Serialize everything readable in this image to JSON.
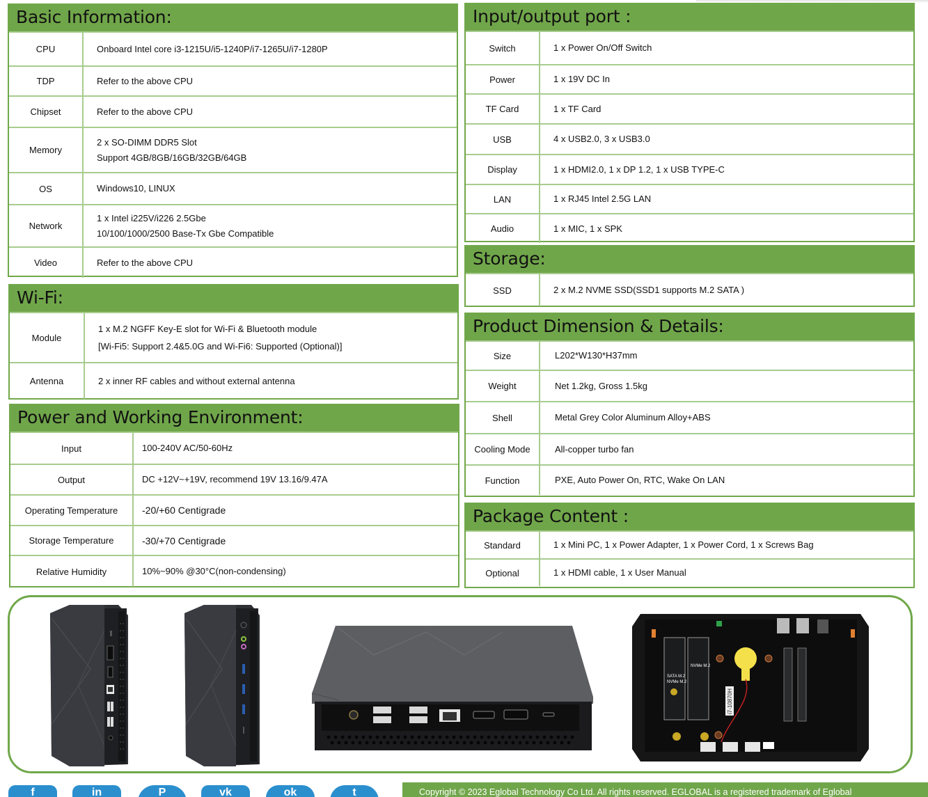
{
  "colors": {
    "accent_green": "#70a64a",
    "row_divider": "#a7cc8e",
    "social_blue": "#2b8fce"
  },
  "basic": {
    "title": "Basic Information:",
    "rows": [
      {
        "label": "CPU",
        "value": "Onboard Intel core i3-1215U/i5-1240P/i7-1265U/i7-1280P"
      },
      {
        "label": "TDP",
        "value": "Refer to the above CPU"
      },
      {
        "label": "Chipset",
        "value": "Refer to the above CPU"
      },
      {
        "label": "Memory",
        "value": "2 x SO-DIMM DDR5 Slot",
        "value2": "Support 4GB/8GB/16GB/32GB/64GB"
      },
      {
        "label": "OS",
        "value": "Windows10, LINUX"
      },
      {
        "label": "Network",
        "value": "1 x Intel i225V/i226 2.5Gbe",
        "value2": "10/100/1000/2500 Base-Tx Gbe Compatible"
      },
      {
        "label": "Video",
        "value": "Refer to the above CPU"
      }
    ]
  },
  "wifi": {
    "title": "Wi-Fi:",
    "rows": [
      {
        "label": "Module",
        "value": "1 x M.2 NGFF Key-E slot for Wi-Fi & Bluetooth module",
        "value2": "[Wi-Fi5: Support 2.4&5.0G and Wi-Fi6: Supported (Optional)]"
      },
      {
        "label": "Antenna",
        "value": "2 x inner RF cables and without external antenna"
      }
    ]
  },
  "power": {
    "title": "Power and Working Environment:",
    "rows": [
      {
        "label": "Input",
        "value": "100-240V AC/50-60Hz"
      },
      {
        "label": "Output",
        "value": "DC +12V~+19V, recommend 19V 13.16/9.47A"
      },
      {
        "label": "Operating Temperature",
        "value": "-20/+60 Centigrade"
      },
      {
        "label": "Storage Temperature",
        "value": "-30/+70 Centigrade"
      },
      {
        "label": "Relative Humidity",
        "value": "10%~90% @30°C(non-condensing)"
      }
    ]
  },
  "io": {
    "title": "Input/output port :",
    "rows": [
      {
        "label": "Switch",
        "value": "1 x Power On/Off Switch"
      },
      {
        "label": "Power",
        "value": "1 x 19V DC In"
      },
      {
        "label": "TF Card",
        "value": "1 x TF Card"
      },
      {
        "label": "USB",
        "value": "4 x USB2.0, 3 x USB3.0"
      },
      {
        "label": "Display",
        "value": "1 x HDMI2.0, 1 x DP 1.2, 1 x USB TYPE-C"
      },
      {
        "label": "LAN",
        "value": "1 x RJ45 Intel 2.5G LAN"
      },
      {
        "label": "Audio",
        "value": "1 x MIC, 1 x SPK"
      }
    ]
  },
  "storage": {
    "title": "Storage:",
    "rows": [
      {
        "label": "SSD",
        "value": "2 x M.2 NVME SSD(SSD1 supports M.2 SATA )"
      }
    ]
  },
  "dimension": {
    "title": "Product Dimension & Details:",
    "rows": [
      {
        "label": "Size",
        "value": "L202*W130*H37mm"
      },
      {
        "label": "Weight",
        "value": "Net 1.2kg, Gross 1.5kg"
      },
      {
        "label": "Shell",
        "value": "Metal Grey Color Aluminum Alloy+ABS"
      },
      {
        "label": "Cooling Mode",
        "value": "All-copper turbo fan"
      },
      {
        "label": "Function",
        "value": "PXE, Auto Power On, RTC, Wake On LAN"
      }
    ]
  },
  "package": {
    "title": "Package Content :",
    "rows": [
      {
        "label": "Standard",
        "value": "1 x Mini PC, 1 x Power Adapter, 1 x Power Cord, 1 x Screws Bag"
      },
      {
        "label": "Optional",
        "value": "1 x HDMI cable, 1 x User Manual"
      }
    ]
  },
  "board": {
    "sata_label": "SATA  M.2",
    "nvme_label_left": "NVMe  M.2",
    "nvme_label_right": "NVMe  M.2",
    "cpu_sticker": "i7-10870H"
  },
  "social": [
    {
      "icon": "facebook-icon",
      "glyph": "f"
    },
    {
      "icon": "linkedin-icon",
      "glyph": "in"
    },
    {
      "icon": "pinterest-icon",
      "glyph": "P"
    },
    {
      "icon": "vk-icon",
      "glyph": "vk"
    },
    {
      "icon": "odnoklassniki-icon",
      "glyph": "ok"
    },
    {
      "icon": "twitter-icon",
      "glyph": "t"
    }
  ],
  "footer": {
    "copyright": "Copyright © 2023 Eglobal Technology Co Ltd. All rights reserved. EGLOBAL is a registered trademark of Eglobal"
  }
}
